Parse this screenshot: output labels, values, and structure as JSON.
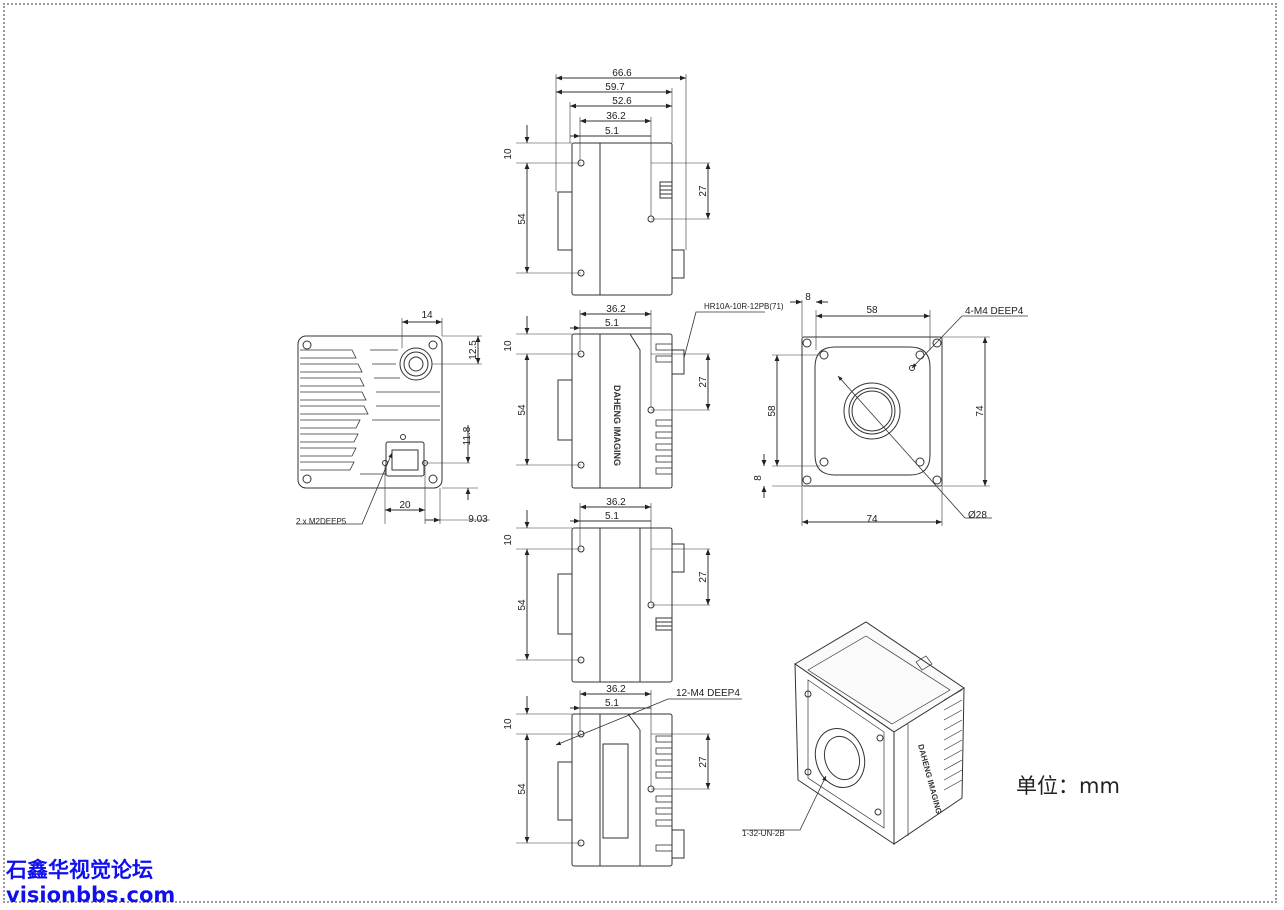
{
  "units_label": "单位：mm",
  "watermark": {
    "line1": "石鑫华视觉论坛",
    "line2": "visionbbs.com"
  },
  "brand_mark": "DAHENG IMAGING",
  "views": {
    "top": {
      "d_66_6": "66.6",
      "d_59_7": "59.7",
      "d_52_6": "52.6",
      "d_36_2": "36.2",
      "d_5_1": "5.1",
      "d_10": "10",
      "d_54": "54",
      "d_27": "27"
    },
    "side1": {
      "d_36_2": "36.2",
      "d_5_1": "5.1",
      "d_10": "10",
      "d_54": "54",
      "d_27": "27",
      "connector": "HR10A-10R-12PB(71)"
    },
    "side2": {
      "d_36_2": "36.2",
      "d_5_1": "5.1",
      "d_10": "10",
      "d_54": "54",
      "d_27": "27"
    },
    "bottom": {
      "d_36_2": "36.2",
      "d_5_1": "5.1",
      "d_10": "10",
      "d_54": "54",
      "d_27": "27",
      "holes": "12-M4 DEEP4"
    },
    "rear": {
      "d_14": "14",
      "d_12_5": "12.5",
      "d_11_8": "11.8",
      "d_20": "20",
      "d_9_03": "9.03",
      "screws": "2 x  M2DEEP5"
    },
    "front": {
      "d_8_top": "8",
      "d_58_top": "58",
      "d_58_left": "58",
      "d_8_left": "8",
      "d_74_right": "74",
      "d_74_bottom": "74",
      "holes": "4-M4 DEEP4",
      "bore": "Ø28"
    },
    "iso": {
      "mount": "1-32-UN-2B"
    }
  }
}
